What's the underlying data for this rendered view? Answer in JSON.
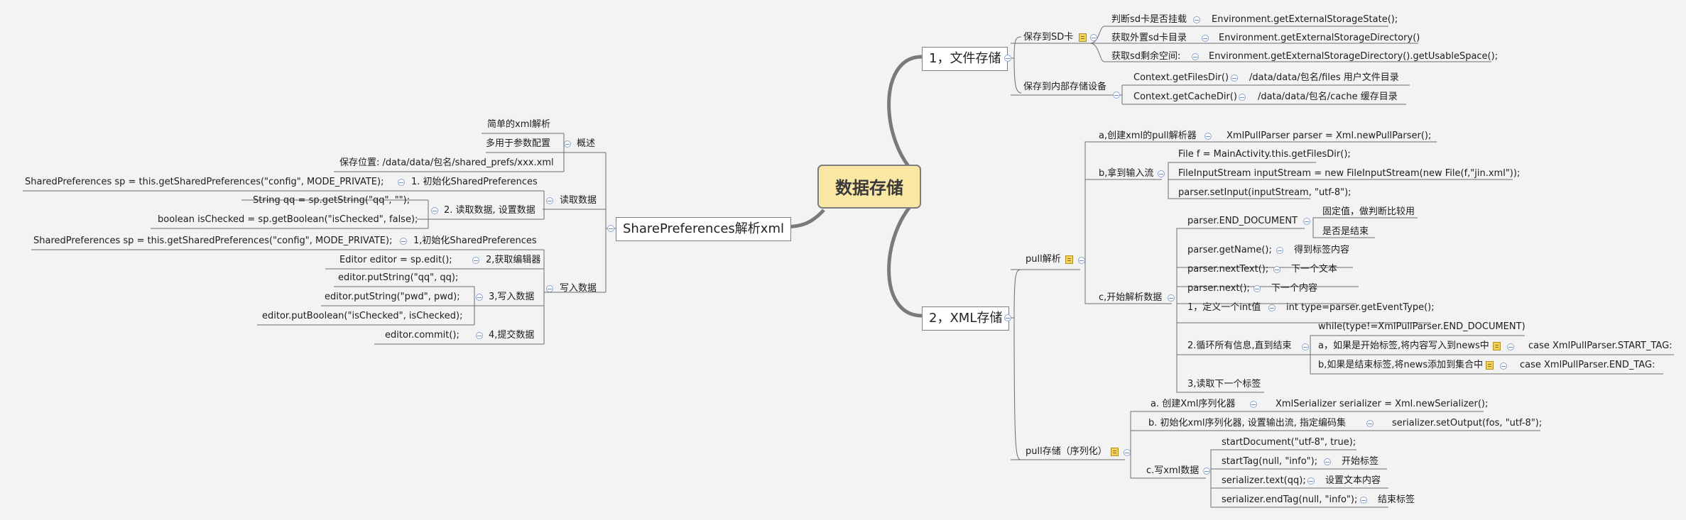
{
  "root": "数据存储",
  "file": {
    "title": "1，文件存储",
    "sd": {
      "label": "保存到SD卡",
      "check": "判断sd卡是否挂载",
      "check_code": "Environment.getExternalStorageState();",
      "dir": "获取外置sd卡目录",
      "dir_code": "Environment.getExternalStorageDirectory()",
      "space": "获取sd剩余空间:",
      "space_code": "Environment.getExternalStorageDirectory().getUsableSpace();"
    },
    "internal": {
      "label": "保存到内部存储设备",
      "files": "Context.getFilesDir()",
      "files_path": "/data/data/包名/files 用户文件目录",
      "cache": "Context.getCacheDir()",
      "cache_path": "/data/data/包名/cache 缓存目录"
    }
  },
  "xml": {
    "title": "2，XML存储",
    "pull": {
      "label": "pull解析",
      "a": "a,创建xml的pull解析器",
      "a_code": "XmlPullParser parser = Xml.newPullParser();",
      "b": "b,拿到输入流",
      "b_items": [
        "File f = MainActivity.this.getFilesDir();",
        "FileInputStream inputStream = new FileInputStream(new File(f,\"jin.xml\"));",
        "parser.setInput(inputStream, \"utf-8\");"
      ],
      "c": "c,开始解析数据",
      "end_doc": "parser.END_DOCUMENT",
      "fixed": "固定值，做判断比较用",
      "is_end": "是否是结束",
      "get_name": "parser.getName();",
      "get_name_d": "得到标签内容",
      "next_text": "parser.nextText();",
      "next_text_d": "下一个文本",
      "next": "parser.next();",
      "next_d": "下一个内容",
      "step1": "1，定义一个int值",
      "step1_code": "int type=parser.getEventType();",
      "step2": "2.循环所有信息,直到结束",
      "while": "while(type!=XmlPullParser.END_DOCUMENT)",
      "start_tag": "a，如果是开始标签,将内容写入到news中",
      "start_tag_code": "case XmlPullParser.START_TAG:",
      "end_tag": "b,如果是结束标签,将news添加到集合中",
      "end_tag_code": "case XmlPullParser.END_TAG:",
      "step3": "3,读取下一个标签"
    },
    "ser": {
      "label": "pull存储（序列化）",
      "a": "a. 创建Xml序列化器",
      "a_code": "XmlSerializer serializer = Xml.newSerializer();",
      "b": "b. 初始化xml序列化器, 设置输出流, 指定编码集",
      "b_code": "serializer.setOutput(fos, \"utf-8\");",
      "c": "c.写xml数据",
      "start_doc": "startDocument(\"utf-8\", true);",
      "start_tag": "startTag(null, \"info\");",
      "start_tag_d": "开始标签",
      "text": "serializer.text(qq);",
      "text_d": "设置文本内容",
      "end_tag": "serializer.endTag(null, \"info\");",
      "end_tag_d": "结束标签"
    }
  },
  "sp": {
    "title": "SharePreferences解析xml",
    "overview": "概述",
    "simple": "简单的xml解析",
    "params": "多用于参数配置",
    "location": "保存位置: /data/data/包名/shared_prefs/xxx.xml",
    "read": "读取数据",
    "init": "1. 初始化SharedPreferences",
    "init_code": "SharedPreferences sp = this.getSharedPreferences(\"config\", MODE_PRIVATE);",
    "read_set": "2. 读取数据, 设置数据",
    "read_q": "String qq = sp.getString(\"qq\", \"\");",
    "read_b": "boolean isChecked = sp.getBoolean(\"isChecked\", false);",
    "write": "写入数据",
    "w_init": "1,初始化SharedPreferences",
    "w_init_code": "SharedPreferences sp = this.getSharedPreferences(\"config\", MODE_PRIVATE);",
    "w_edit": "2,获取编辑器",
    "w_edit_code": "Editor editor = sp.edit();",
    "w_put": "3,写入数据",
    "w_put_items": [
      "editor.putString(\"qq\", qq);",
      "editor.putString(\"pwd\", pwd);",
      "editor.putBoolean(\"isChecked\", isChecked);"
    ],
    "w_commit": "4,提交数据",
    "w_commit_code": "editor.commit();"
  }
}
